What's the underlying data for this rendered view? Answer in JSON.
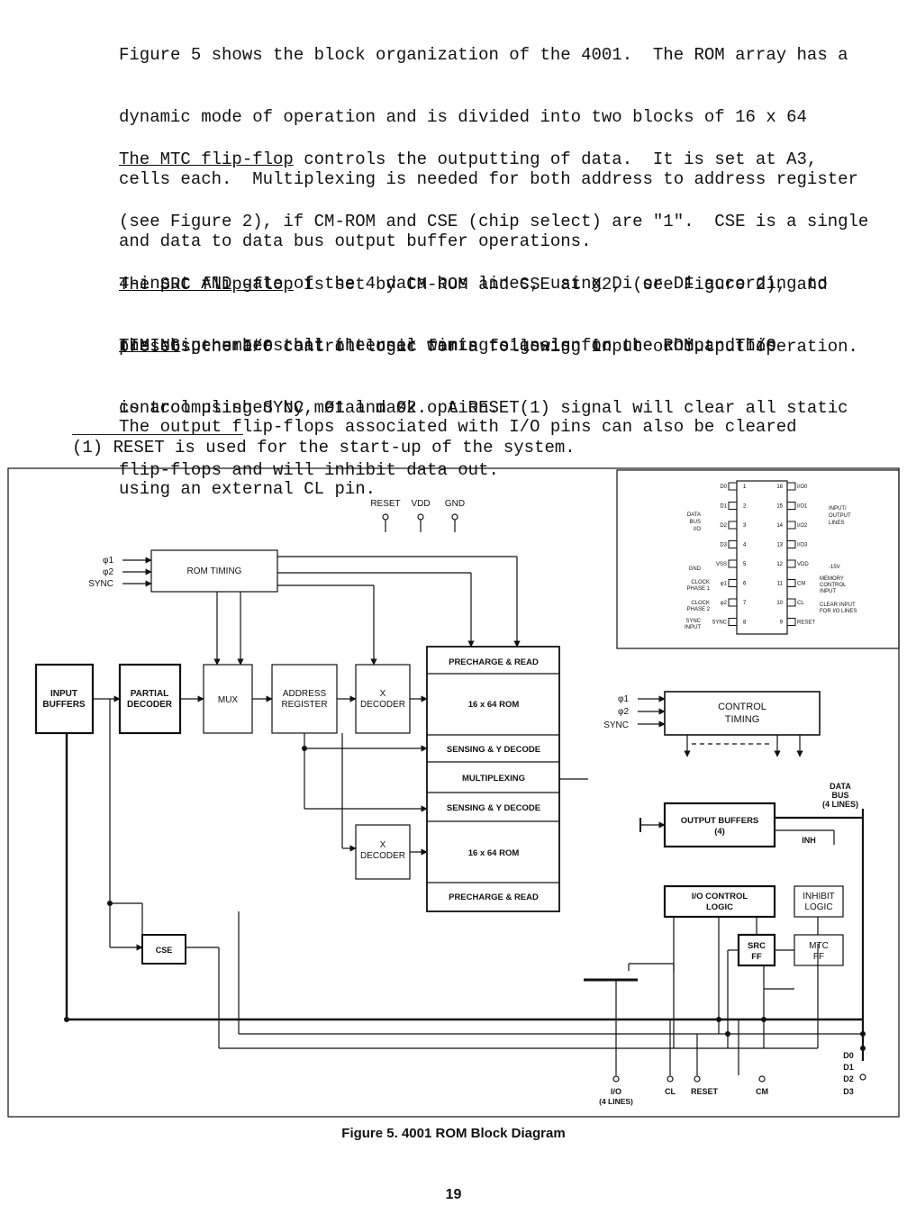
{
  "paragraphs": {
    "p1": [
      "Figure 5 shows the block organization of the 4001.  The ROM array has a",
      "dynamic mode of operation and is divided into two blocks of 16 x 64",
      "cells each.  Multiplexing is needed for both address to address register",
      "and data to data bus output buffer operations."
    ],
    "p2": {
      "term": "The MTC flip-flop",
      "lines": [
        " controls the outputting of data.  It is set at A3,",
        "(see Figure 2), if CM-ROM and CSE (chip select) are \"1\".  CSE is a single",
        "4-input AND gate of the 4 data bus lines, using Di or Di according to",
        "the chip number that the user wants to assign to the chip.  This",
        "is accomplished by metal mask option."
      ]
    },
    "p3": {
      "term": "The SRC flip-flop",
      "lines": [
        " is set by CM-ROM and CSE at X2, (see Figure 2), and",
        "presets the I/O control logic for a following input or output operation."
      ]
    },
    "p4": {
      "term": "TIMING",
      "lines": [
        " generates all internal timing signals for the ROM and I/O",
        "control using SYNC, Ø1 and Ø2.  A RESET(1) signal will clear all static",
        "flip-flops and will inhibit data out."
      ]
    },
    "p5": [
      "The output flip-flops associated with I/O pins can also be cleared",
      "using an external CL pin."
    ]
  },
  "footnote": "(1) RESET is used for the start-up of the system.",
  "diagram": {
    "top_pins": [
      "RESET",
      "VDD",
      "GND"
    ],
    "rom_timing_inputs": [
      "φ1",
      "φ2",
      "SYNC"
    ],
    "rom_timing": "ROM TIMING",
    "input_buffers": [
      "INPUT",
      "BUFFERS"
    ],
    "partial_decoder": [
      "PARTIAL",
      "DECODER"
    ],
    "mux": "MUX",
    "address_register": [
      "ADDRESS",
      "REGISTER"
    ],
    "x_decoder": [
      "X",
      "DECODER"
    ],
    "rom_stack": [
      "PRECHARGE & READ",
      "16 x 64 ROM",
      "SENSING & Y DECODE",
      "MULTIPLEXING",
      "SENSING & Y DECODE",
      "16 x 64 ROM",
      "PRECHARGE & READ"
    ],
    "cse": "CSE",
    "control_timing_inputs": [
      "φ1",
      "φ2",
      "SYNC"
    ],
    "control_timing": [
      "CONTROL",
      "TIMING"
    ],
    "data_bus_label": [
      "DATA",
      "BUS",
      "(4 LINES)"
    ],
    "output_buffers": [
      "OUTPUT BUFFERS",
      "(4)"
    ],
    "inh": "INH",
    "io_control": [
      "I/O CONTROL",
      "LOGIC"
    ],
    "inhibit_logic": [
      "INHIBIT",
      "LOGIC"
    ],
    "src_ff": [
      "SRC",
      "FF"
    ],
    "mtc_ff": [
      "MTC",
      "FF"
    ],
    "bottom_pins": [
      "I/O",
      "(4 LINES)",
      "CL",
      "RESET",
      "CM"
    ],
    "data_pins": [
      "D0",
      "D1",
      "D2",
      "D3"
    ],
    "pinout": {
      "left_pins": [
        {
          "num": "1",
          "name": "D0"
        },
        {
          "num": "2",
          "name": "D1"
        },
        {
          "num": "3",
          "name": "D2"
        },
        {
          "num": "4",
          "name": "D3"
        },
        {
          "num": "5",
          "name": "VSS"
        },
        {
          "num": "6",
          "name": "φ1"
        },
        {
          "num": "7",
          "name": "φ2"
        },
        {
          "num": "8",
          "name": "SYNC"
        }
      ],
      "right_pins": [
        {
          "num": "16",
          "name": "I/O0"
        },
        {
          "num": "15",
          "name": "I/O1"
        },
        {
          "num": "14",
          "name": "I/O2"
        },
        {
          "num": "13",
          "name": "I/O3"
        },
        {
          "num": "12",
          "name": "VDD"
        },
        {
          "num": "11",
          "name": "CM"
        },
        {
          "num": "10",
          "name": "CL"
        },
        {
          "num": "9",
          "name": "RESET"
        }
      ],
      "left_groups": [
        "DATA",
        "BUS",
        "I/O",
        "GND",
        "CLOCK",
        "PHASE 1",
        "CLOCK",
        "PHASE 2",
        "SYNC",
        "INPUT"
      ],
      "right_groups": [
        "INPUT/",
        "OUTPUT",
        "LINES",
        "-15V",
        "MEMORY",
        "CONTROL",
        "INPUT",
        "CLEAR INPUT",
        "FOR I/O LINES"
      ]
    }
  },
  "caption": "Figure 5.  4001 ROM Block Diagram",
  "page_number": "19"
}
